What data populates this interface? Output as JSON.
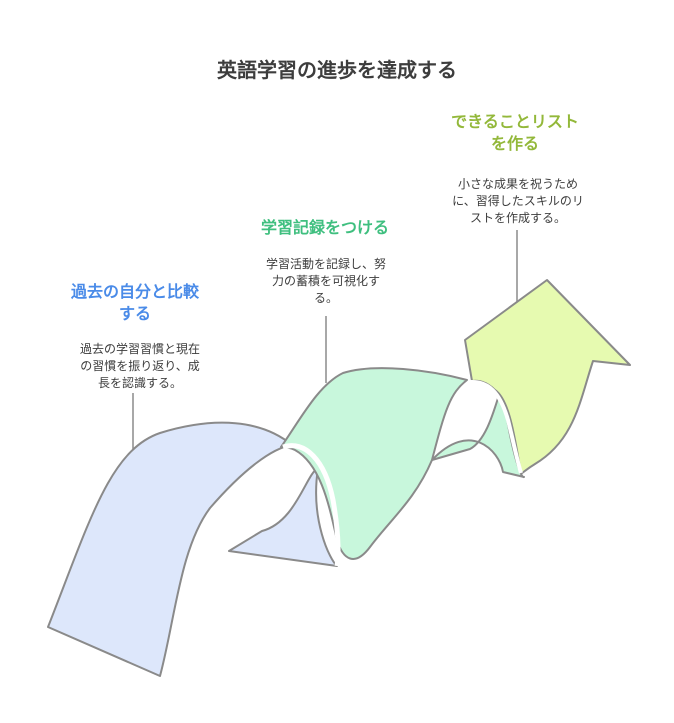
{
  "title": "英語学習の進歩を達成する",
  "colors": {
    "title": "#3d3d3d",
    "step1_accent": "#4a8be8",
    "step1_fill": "#dde7fb",
    "step2_accent": "#3fbf7f",
    "step2_fill": "#c8f7dc",
    "step3_accent": "#93b83a",
    "step3_fill": "#e6fab0",
    "outline": "#8a8a8a"
  },
  "steps": [
    {
      "heading_line1": "過去の自分と比較",
      "heading_line2": "する",
      "desc_line1": "過去の学習習慣と現在",
      "desc_line2": "の習慣を振り返り、成",
      "desc_line3": "長を認識する。"
    },
    {
      "heading_line1": "学習記録をつける",
      "heading_line2": "",
      "desc_line1": "学習活動を記録し、努",
      "desc_line2": "力の蓄積を可視化す",
      "desc_line3": "る。"
    },
    {
      "heading_line1": "できることリスト",
      "heading_line2": "を作る",
      "desc_line1": "小さな成果を祝うため",
      "desc_line2": "に、習得したスキルのリ",
      "desc_line3": "ストを作成する。"
    }
  ]
}
